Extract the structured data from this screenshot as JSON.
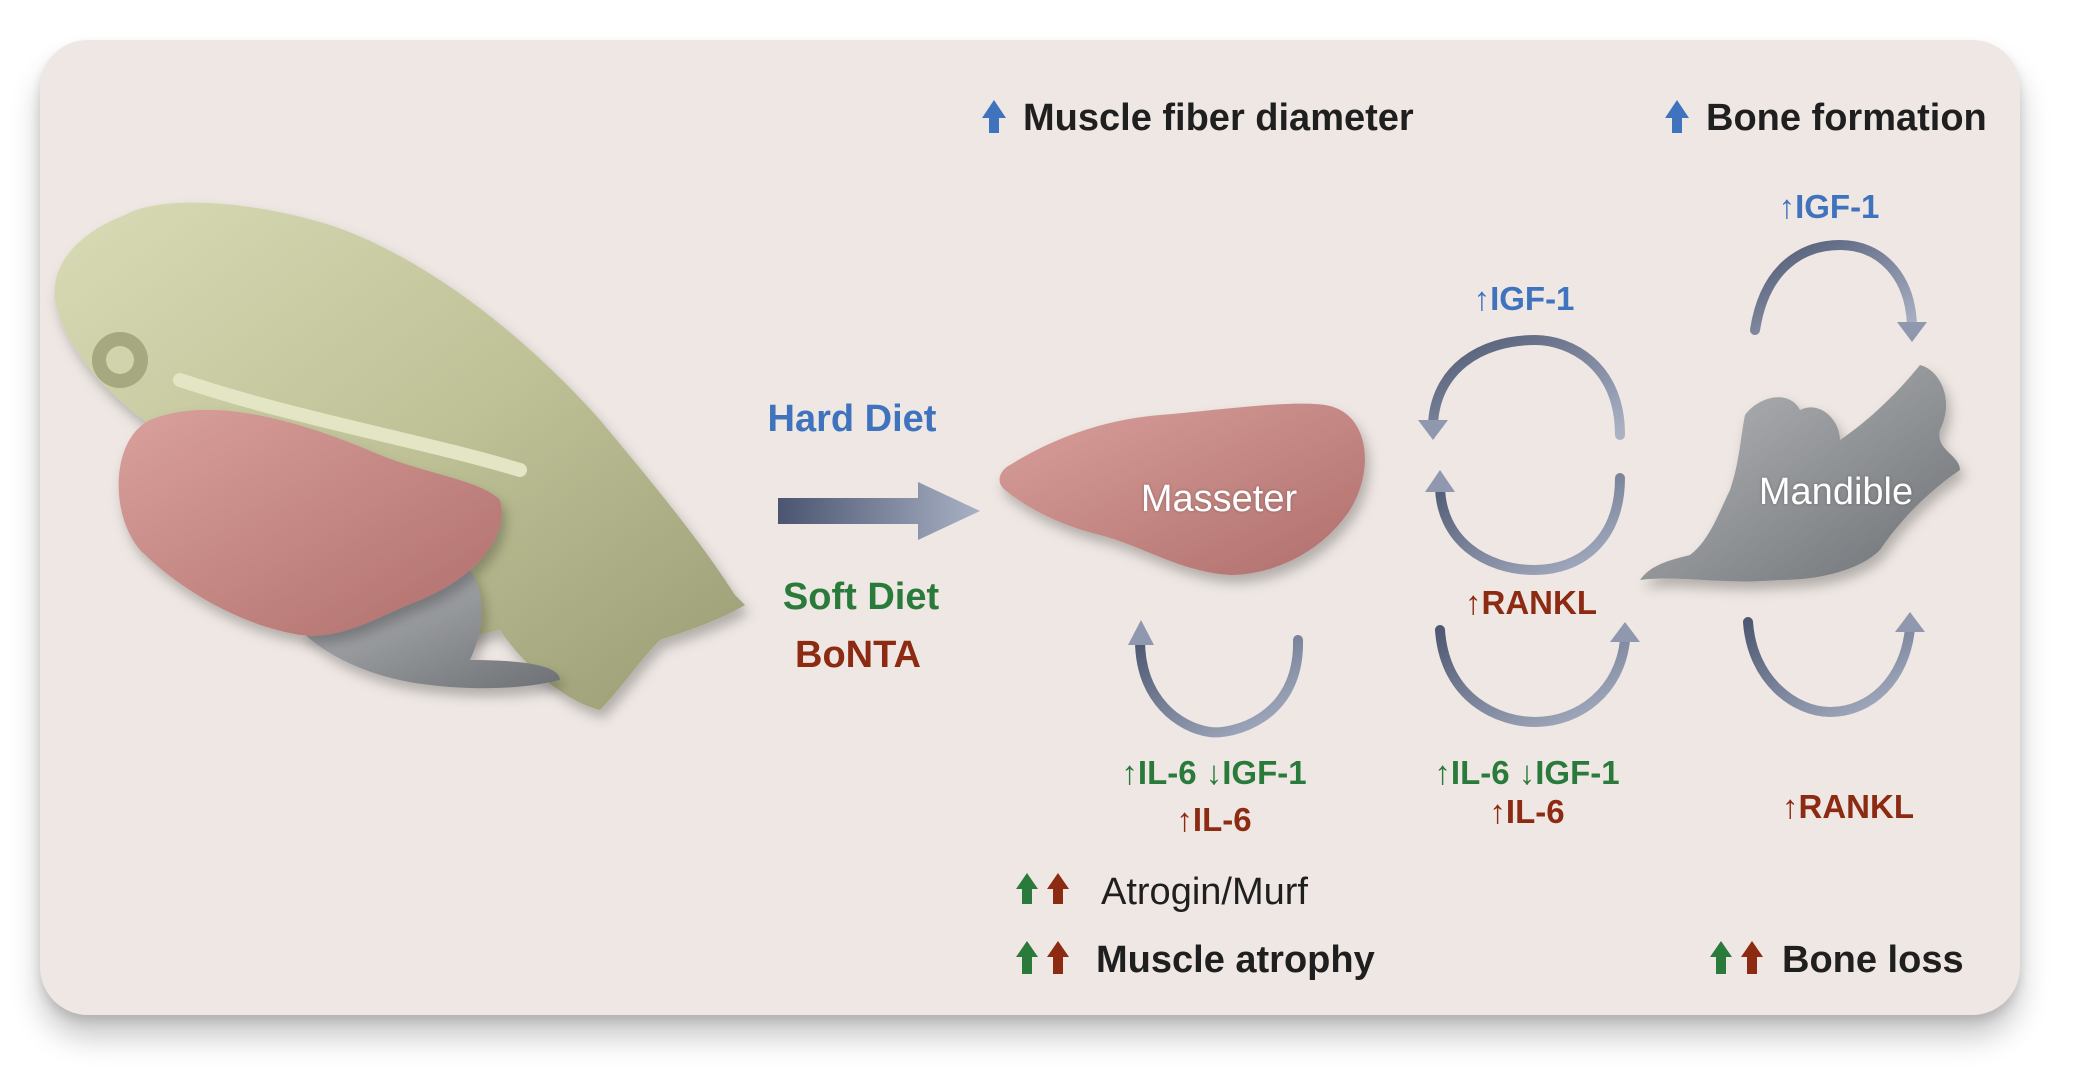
{
  "labels": {
    "hard_diet": "Hard Diet",
    "soft_diet": "Soft Diet",
    "bonta": "BoNTA",
    "masseter": "Masseter",
    "mandible": "Mandible",
    "muscle_fiber": "Muscle fiber diameter",
    "bone_formation": "Bone formation",
    "igf1_top_right": "↑IGF-1",
    "igf1_mid": "↑IGF-1",
    "rankl_mid": "↑RANKL",
    "il6_igf_left": "↑IL-6 ↓IGF-1",
    "il6_left": "↑IL-6",
    "il6_igf_mid": "↑IL-6 ↓IGF-1",
    "il6_mid": "↑IL-6",
    "rankl_right": "↑RANKL",
    "atrogin": "Atrogin/Murf",
    "muscle_atrophy": "Muscle atrophy",
    "bone_loss": "Bone loss"
  },
  "colors": {
    "hard": "#3f73bd",
    "soft": "#2a7a3b",
    "bonta": "#8c2a12",
    "panel": "#eee7e3",
    "skull": "#c7c9a0",
    "muscle": "#c98683",
    "bone_gray": "#8f9296"
  }
}
